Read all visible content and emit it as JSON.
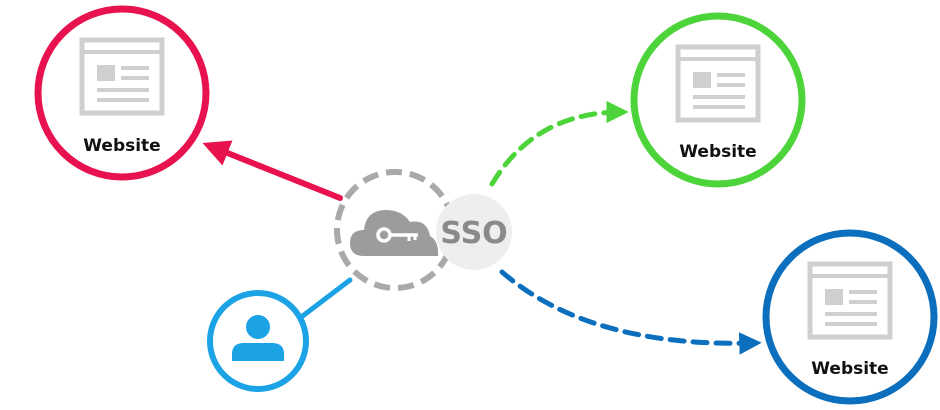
{
  "hub": {
    "label": "SSO"
  },
  "websites": [
    {
      "label": "Website",
      "color": "#e8124f",
      "connection": "solid"
    },
    {
      "label": "Website",
      "color": "#4dd43a",
      "connection": "dashed"
    },
    {
      "label": "Website",
      "color": "#0c6fbd",
      "connection": "dashed"
    }
  ],
  "user": {
    "color": "#1ba3e6"
  },
  "colors": {
    "hub_gray": "#a9a9a9",
    "sso_fill": "#eeeeee",
    "icon_gray": "#cfcfcf"
  }
}
